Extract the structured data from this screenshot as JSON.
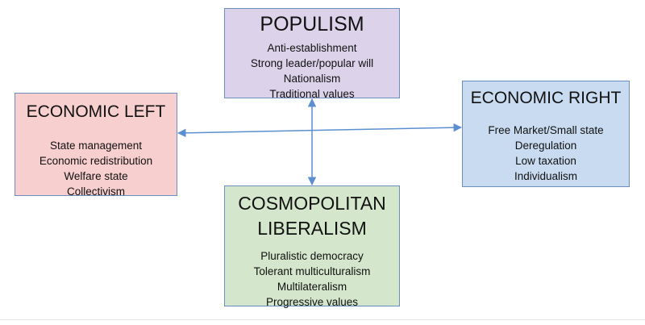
{
  "boxes": {
    "populism": {
      "title": "POPULISM",
      "items": [
        "Anti-establishment",
        "Strong leader/popular will",
        "Nationalism",
        "Traditional values"
      ]
    },
    "economic_left": {
      "title": "ECONOMIC LEFT",
      "items": [
        "State management",
        "Economic redistribution",
        "Welfare state",
        "Collectivism"
      ]
    },
    "economic_right": {
      "title": "ECONOMIC RIGHT",
      "items": [
        "Free Market/Small state",
        "Deregulation",
        "Low taxation",
        "Individualism"
      ]
    },
    "cosmopolitan_liberalism": {
      "title_line1": "COSMOPOLITAN",
      "title_line2": "LIBERALISM",
      "items": [
        "Pluralistic democracy",
        "Tolerant multiculturalism",
        "Multilateralism",
        "Progressive values"
      ]
    }
  },
  "colors": {
    "populism_fill": "#dcd3ea",
    "left_fill": "#f8cfcf",
    "right_fill": "#c9dbf0",
    "cosmo_fill": "#d4e7cc",
    "border": "#6c8ebf",
    "arrow": "#5b8fd0"
  }
}
